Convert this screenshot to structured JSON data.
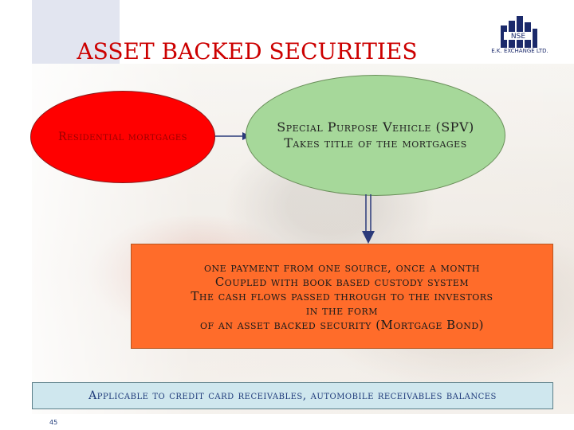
{
  "title": "ASSET BACKED SECURITIES",
  "logo": {
    "caption": "E.K. EXCHANGE LTD."
  },
  "nodes": {
    "residential": "Residential mortgages",
    "spv_line1": "Special Purpose Vehicle (SPV)",
    "spv_line2": "Takes title of the mortgages"
  },
  "process_box": {
    "line1": "one payment from one source, once a month",
    "line2": "Coupled with book  based custody system",
    "line3": "The cash flows passed through to the investors",
    "line4": "in the form",
    "line5": "of an asset backed security (Mortgage Bond)"
  },
  "footer_note": "Applicable to credit card receivables, automobile receivables balances",
  "page_number": "45",
  "colors": {
    "title": "#cc0000",
    "red_oval": "#ff0000",
    "green_oval": "#a6d89a",
    "orange_box": "#ff6c2a",
    "footer_box": "#cfe7ee",
    "arrow": "#2b3a7a"
  }
}
